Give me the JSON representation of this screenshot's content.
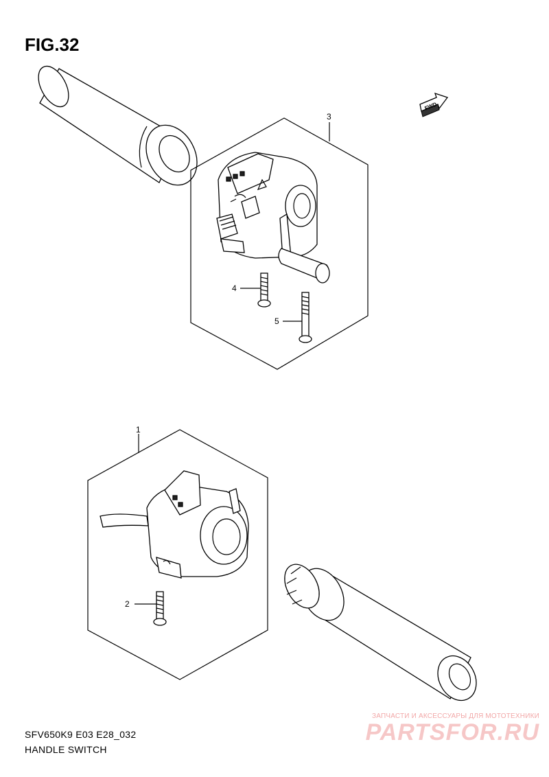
{
  "figure": {
    "title": "FIG.32"
  },
  "direction": {
    "fwd_label": "FWD"
  },
  "callouts": {
    "item_1": "1",
    "item_2": "2",
    "item_3": "3",
    "item_4": "4",
    "item_5": "5"
  },
  "footer": {
    "model_code": "SFV650K9 E03 E28_032",
    "section_name": "HANDLE SWITCH"
  },
  "watermark": {
    "tagline": "ЗАПЧАСТИ И АКСЕССУАРЫ ДЛЯ МОТОТЕХНИКИ",
    "brand": "PARTSFOR.RU",
    "color": "#f6c7c7"
  }
}
